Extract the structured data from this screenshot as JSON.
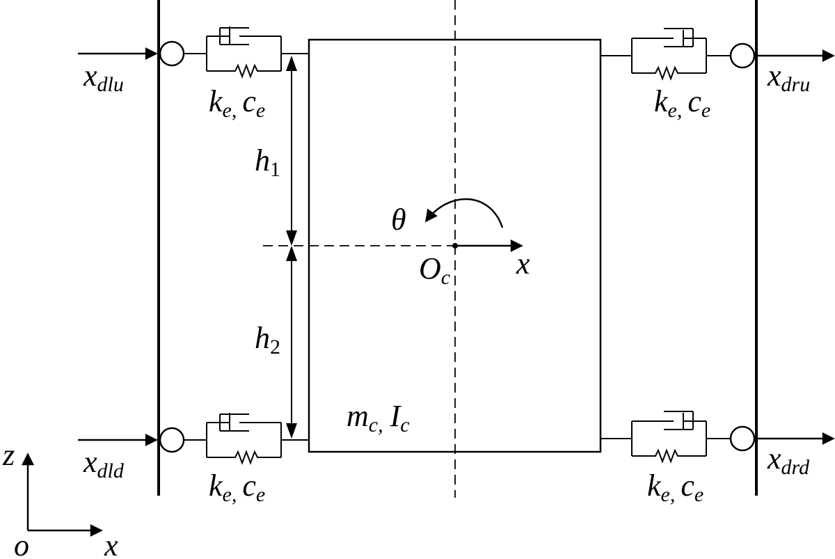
{
  "colors": {
    "stroke": "#000000",
    "background": "#ffffff"
  },
  "labels": {
    "x_dlu": {
      "base": "x",
      "sub": "dlu"
    },
    "x_dld": {
      "base": "x",
      "sub": "dld"
    },
    "x_dru": {
      "base": "x",
      "sub": "dru"
    },
    "x_drd": {
      "base": "x",
      "sub": "drd"
    },
    "spring_damper": {
      "k": "k",
      "k_sub": "e,",
      "c": "c",
      "c_sub": "e"
    },
    "h1": {
      "base": "h",
      "sub": "1"
    },
    "h2": {
      "base": "h",
      "sub": "2"
    },
    "theta": "θ",
    "origin_center": {
      "base": "O",
      "sub": "c"
    },
    "x_axis_center": "x",
    "mass": {
      "m": "m",
      "m_sub": "c,",
      "i": "I",
      "i_sub": "c"
    },
    "axes": {
      "z": "z",
      "o": "o",
      "x": "x"
    }
  }
}
